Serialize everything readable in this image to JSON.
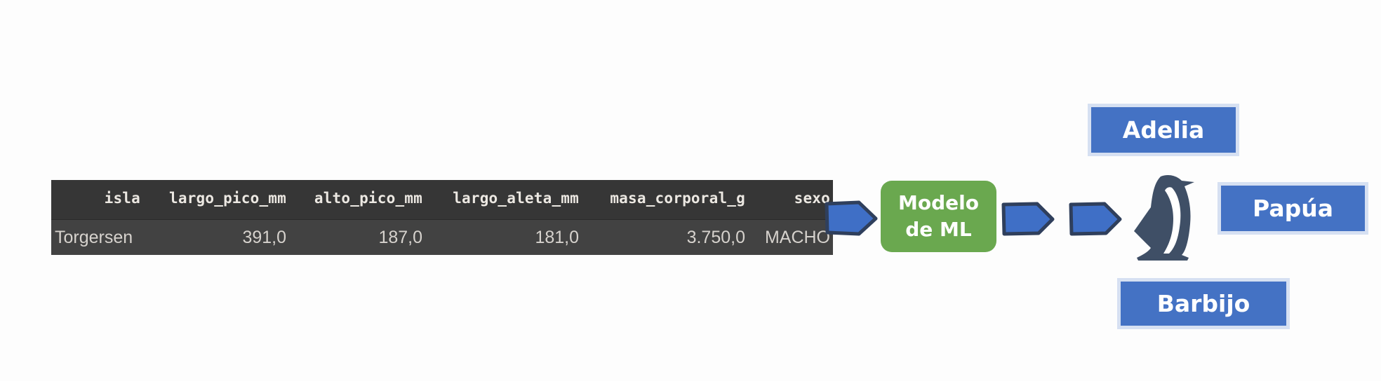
{
  "table": {
    "columns": [
      "isla",
      "largo_pico_mm",
      "alto_pico_mm",
      "largo_aleta_mm",
      "masa_corporal_g",
      "sexo"
    ],
    "rows": [
      [
        "Torgersen",
        "391,0",
        "187,0",
        "181,0",
        "3.750,0",
        "MACHO"
      ]
    ]
  },
  "model": {
    "line1": "Modelo",
    "line2": "de ML"
  },
  "outputs": {
    "icon": "penguin-icon",
    "classes": [
      "Adelia",
      "Papúa",
      "Barbijo"
    ]
  },
  "colors": {
    "table_header_bg": "#363636",
    "table_row_bg": "#424242",
    "arrow_fill": "#3f6fc6",
    "arrow_stroke": "#2f3f5c",
    "model_bg": "#6aa84f",
    "label_bg": "#4472c4",
    "label_border": "#d6e0f2",
    "penguin": "#3f4f66"
  }
}
